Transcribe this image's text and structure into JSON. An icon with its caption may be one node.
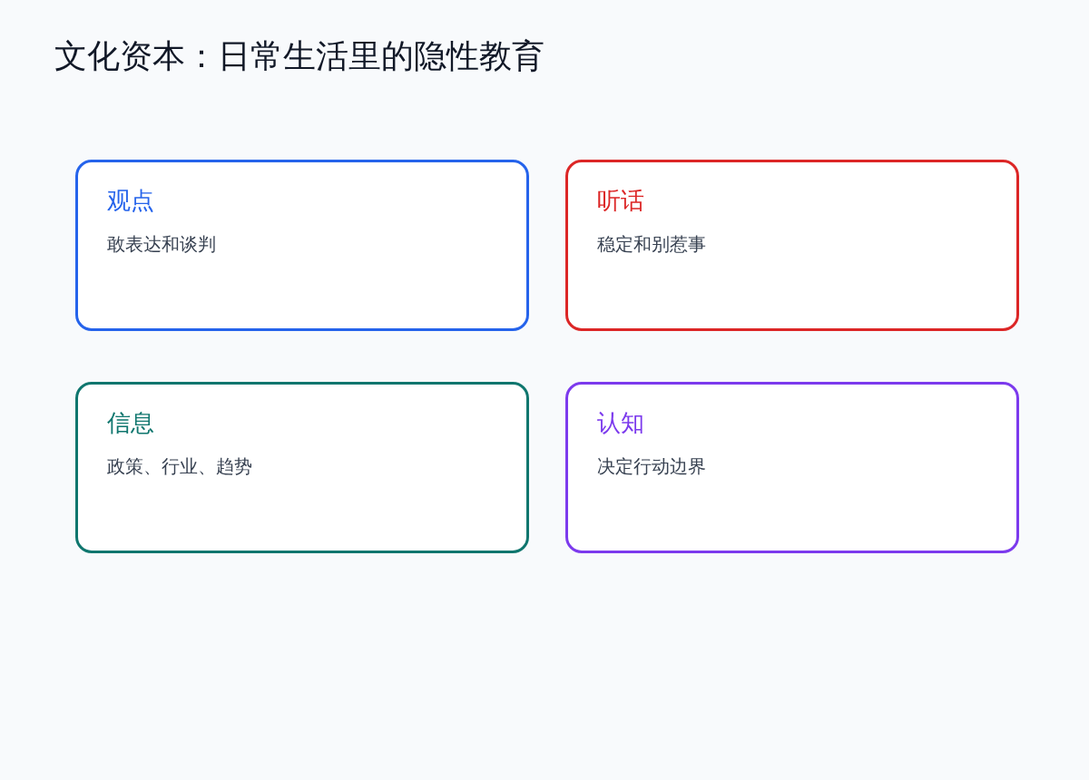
{
  "diagram": {
    "title": "文化资本：日常生活里的隐性教育",
    "nodes": [
      {
        "text": [
          "观点",
          "敢表达和谈判"
        ]
      },
      {
        "text": [
          "听话",
          "稳定和别惹事"
        ]
      },
      {
        "text": [
          "信息",
          "政策、行业、趋势"
        ]
      },
      {
        "text": [
          "认知",
          "决定行动边界"
        ]
      }
    ]
  }
}
